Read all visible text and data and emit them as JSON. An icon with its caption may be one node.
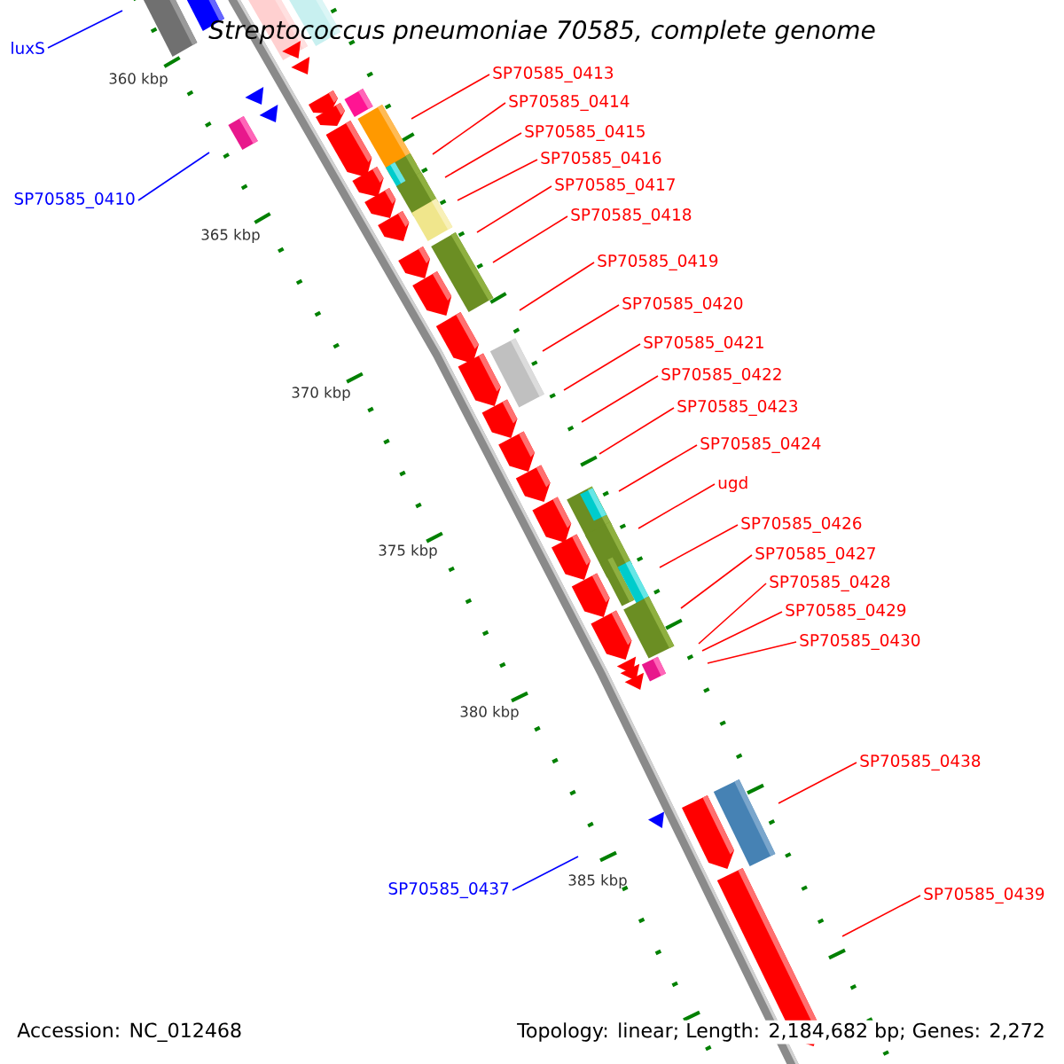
{
  "diagram": {
    "title": "Streptococcus pneumoniae 70585, complete genome",
    "nodes": [
      {
        "text": [
          "luxS"
        ]
      },
      {
        "text": [
          "SP70585_0410"
        ]
      },
      {
        "text": [
          "SP70585_0413"
        ]
      },
      {
        "text": [
          "SP70585_0414"
        ]
      },
      {
        "text": [
          "SP70585_0415"
        ]
      },
      {
        "text": [
          "SP70585_0416"
        ]
      },
      {
        "text": [
          "SP70585_0417"
        ]
      },
      {
        "text": [
          "SP70585_0418"
        ]
      },
      {
        "text": [
          "SP70585_0419"
        ]
      },
      {
        "text": [
          "SP70585_0420"
        ]
      },
      {
        "text": [
          "SP70585_0421"
        ]
      },
      {
        "text": [
          "SP70585_0422"
        ]
      },
      {
        "text": [
          "SP70585_0423"
        ]
      },
      {
        "text": [
          "SP70585_0424"
        ]
      },
      {
        "text": [
          "ugd"
        ]
      },
      {
        "text": [
          "SP70585_0426"
        ]
      },
      {
        "text": [
          "SP70585_0427"
        ]
      },
      {
        "text": [
          "SP70585_0428"
        ]
      },
      {
        "text": [
          "SP70585_0429"
        ]
      },
      {
        "text": [
          "SP70585_0430"
        ]
      },
      {
        "text": [
          "SP70585_0438"
        ]
      },
      {
        "text": [
          "SP70585_0437"
        ]
      },
      {
        "text": [
          "SP70585_0439"
        ]
      }
    ],
    "edges": [
      {
        "from": 0,
        "to": null,
        "arrow": "none",
        "color": "#0000ff"
      },
      {
        "from": 1,
        "to": null,
        "arrow": "none",
        "color": "#0000ff"
      },
      {
        "from": 2,
        "to": null,
        "arrow": "none"
      },
      {
        "from": 3,
        "to": null,
        "arrow": "none"
      },
      {
        "from": 4,
        "to": null,
        "arrow": "none"
      },
      {
        "from": 5,
        "to": null,
        "arrow": "none"
      },
      {
        "from": 6,
        "to": null,
        "arrow": "none"
      },
      {
        "from": 7,
        "to": null,
        "arrow": "none"
      },
      {
        "from": 8,
        "to": null,
        "arrow": "none"
      },
      {
        "from": 9,
        "to": null,
        "arrow": "none"
      },
      {
        "from": 10,
        "to": null,
        "arrow": "none"
      },
      {
        "from": 11,
        "to": null,
        "arrow": "none"
      },
      {
        "from": 12,
        "to": null,
        "arrow": "none"
      },
      {
        "from": 13,
        "to": null,
        "arrow": "none"
      },
      {
        "from": 14,
        "to": null,
        "arrow": "none"
      },
      {
        "from": 15,
        "to": null,
        "arrow": "none"
      },
      {
        "from": 16,
        "to": null,
        "arrow": "none"
      },
      {
        "from": 17,
        "to": null,
        "arrow": "none"
      },
      {
        "from": 18,
        "to": null,
        "arrow": "none"
      },
      {
        "from": 19,
        "to": null,
        "arrow": "none"
      },
      {
        "from": 20,
        "to": null,
        "arrow": "none"
      },
      {
        "from": 21,
        "to": null,
        "arrow": "none",
        "color": "#0000ff"
      },
      {
        "from": 22,
        "to": null,
        "arrow": "none"
      }
    ],
    "labels": [
      "360 kbp",
      "365 kbp",
      "370 kbp",
      "375 kbp",
      "380 kbp",
      "385 kbp",
      "Accession: NC_012468",
      "Topology: linear; Length: 2,184,682 bp; Genes: 2,272"
    ]
  }
}
